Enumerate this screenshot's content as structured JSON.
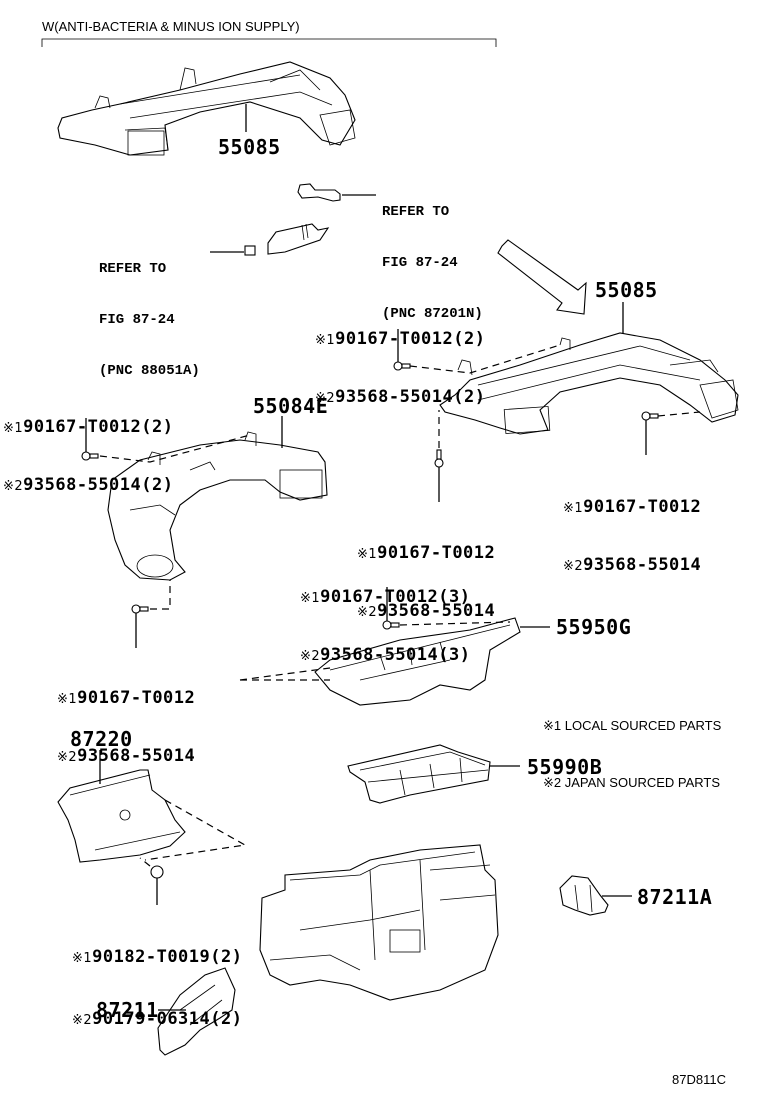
{
  "header": {
    "variant_note": "W(ANTI-BACTERIA & MINUS ION SUPPLY)"
  },
  "parts": {
    "duct_top": "55085",
    "duct_main": "55085",
    "duct_left": "55084E",
    "register_55950g": "55950G",
    "register_55990b": "55990B",
    "duct_87220": "87220",
    "cover_87211a": "87211A",
    "cover_87211": "87211"
  },
  "references": [
    {
      "line1": "REFER TO",
      "line2": "FIG 87-24",
      "line3": "(PNC 87201N)"
    },
    {
      "line1": "REFER TO",
      "line2": "FIG 87-24",
      "line3": "(PNC 88051A)"
    }
  ],
  "fasteners": {
    "main_top": {
      "m1": "※1",
      "p1": "90167-T0012(2)",
      "m2": "※2",
      "p2": "93568-55014(2)"
    },
    "left_top": {
      "m1": "※1",
      "p1": "90167-T0012(2)",
      "m2": "※2",
      "p2": "93568-55014(2)"
    },
    "main_right": {
      "m1": "※1",
      "p1": "90167-T0012",
      "m2": "※2",
      "p2": "93568-55014"
    },
    "main_bottom": {
      "m1": "※1",
      "p1": "90167-T0012",
      "m2": "※2",
      "p2": "93568-55014"
    },
    "register": {
      "m1": "※1",
      "p1": "90167-T0012(3)",
      "m2": "※2",
      "p2": "93568-55014(3)"
    },
    "left_bottom": {
      "m1": "※1",
      "p1": "90167-T0012",
      "m2": "※2",
      "p2": "93568-55014"
    },
    "duct_87220": {
      "m1": "※1",
      "p1": "90182-T0019(2)",
      "m2": "※2",
      "p2": "90179-06314(2)"
    }
  },
  "legend": {
    "note1": "※1 LOCAL SOURCED PARTS",
    "note2": "※2 JAPAN SOURCED PARTS"
  },
  "figure_id": "87D811C"
}
